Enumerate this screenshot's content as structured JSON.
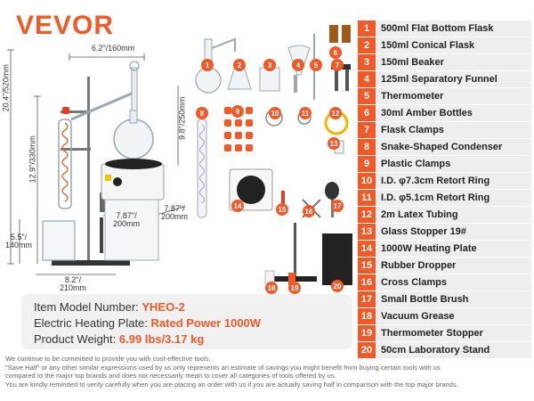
{
  "brand": {
    "name": "VEVOR",
    "color": "#f05a28"
  },
  "colors": {
    "accent": "#f05a28",
    "label_bg": "#eeeeee",
    "glass": "#9aa6b2"
  },
  "dimensions": {
    "width_top": "6.2\"/160mm",
    "height_total": "20.4\"/520mm",
    "height_stand": "12.9\"/330mm",
    "height_condenser": "9.8\"/250mm",
    "plate_width": "7.87\"/\n200mm",
    "plate_depth": "7.87\"/\n200mm",
    "base_height": "5.5\"/\n140mm",
    "base_width": "8.2\"/\n210mm"
  },
  "parts": [
    {
      "num": "1",
      "label": "500ml Flat Bottom Flask"
    },
    {
      "num": "2",
      "label": "150ml Conical Flask"
    },
    {
      "num": "3",
      "label": "150ml Beaker"
    },
    {
      "num": "4",
      "label": "125ml Separatory Funnel"
    },
    {
      "num": "5",
      "label": "Thermometer"
    },
    {
      "num": "6",
      "label": "30ml Amber Bottles"
    },
    {
      "num": "7",
      "label": "Flask Clamps"
    },
    {
      "num": "8",
      "label": "Snake-Shaped Condenser"
    },
    {
      "num": "9",
      "label": "Plastic Clamps"
    },
    {
      "num": "10",
      "label": "I.D. φ7.3cm Retort Ring"
    },
    {
      "num": "11",
      "label": "I.D. φ5.1cm Retort Ring"
    },
    {
      "num": "12",
      "label": "2m Latex Tubing"
    },
    {
      "num": "13",
      "label": "Glass Stopper 19#"
    },
    {
      "num": "14",
      "label": "1000W Heating Plate"
    },
    {
      "num": "15",
      "label": "Rubber Dropper"
    },
    {
      "num": "16",
      "label": "Cross Clamps"
    },
    {
      "num": "17",
      "label": "Small Bottle Brush"
    },
    {
      "num": "18",
      "label": "Vacuum Grease"
    },
    {
      "num": "19",
      "label": "Thermometer Stopper"
    },
    {
      "num": "20",
      "label": "50cm Laboratory Stand"
    }
  ],
  "info": {
    "model_label": "Item Model Number: ",
    "model_value": "YHEO-2",
    "plate_label": "Electric Heating Plate: ",
    "plate_value": "Rated Power 1000W",
    "weight_label": "Product Weight: ",
    "weight_value": "6.99 lbs/3.17 kg"
  },
  "disclaimer": {
    "line1": "We continue to be committed to provide you with cost-effective tools.",
    "line2": "\"Save Half\" or any other similar expressions used by us only represents an estimate of savings you might benefit from buying certain tools with us",
    "line3": "compared to the major top brands and does not necessarily mean to cover all categories of tools offered by us.",
    "line4": "You are kindly reminded to verify carefully when you are placing an order with us if you are actually saving half in comparison with the top major brands."
  }
}
